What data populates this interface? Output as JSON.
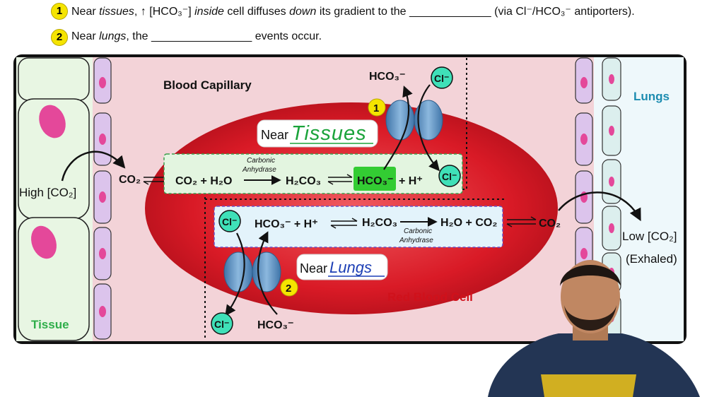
{
  "questions": [
    {
      "num": "1",
      "parts": [
        "Near ",
        "tissues",
        ", ↑ [HCO₃⁻] ",
        "inside",
        " cell diffuses ",
        "down",
        " its gradient to the _____________ (via Cl⁻/HCO₃⁻ antiporters)."
      ]
    },
    {
      "num": "2",
      "parts": [
        "Near ",
        "lungs",
        ", the ________________ events occur."
      ]
    }
  ],
  "diagram": {
    "blood_capillary": "Blood Capillary",
    "lungs": "Lungs",
    "tissue": "Tissue",
    "red_blood_cell": "Red Blood Cell",
    "high_co2": "High [CO₂]",
    "low_co2": "Low [CO₂]",
    "exhaled": "(Exhaled)",
    "near": "Near",
    "handwritten_tissues": "Tissues",
    "handwritten_lungs": "Lungs",
    "co2": "CO₂",
    "cl": "Cl⁻",
    "hco3": "HCO₃⁻",
    "badge_1": "1",
    "badge_2": "2",
    "carbonic": "Carbonic",
    "anhydrase": "Anhydrase",
    "reaction_top": {
      "a": "CO₂ + H₂O",
      "b": "H₂CO₃",
      "c": "HCO₃⁻",
      "d": "+ H⁺"
    },
    "reaction_bottom": {
      "a": "HCO₃⁻ + H⁺",
      "b": "H₂CO₃",
      "c": "H₂O + CO₂"
    }
  },
  "colors": {
    "plasma": "#f3d3d8",
    "rbc": "#d91a26",
    "tissue_cell": "#e8f6e3",
    "nucleus": "#e4489a",
    "endothelium": "#dcc4ec",
    "lung_cell": "#dcefee",
    "hco3_highlight": "#33cc33",
    "ion_bubble": "#3fe0b8",
    "badge": "#f5e400",
    "red_label": "#d0111b",
    "lungs_label": "#1c8cb0",
    "tissue_label": "#2fae4a"
  }
}
